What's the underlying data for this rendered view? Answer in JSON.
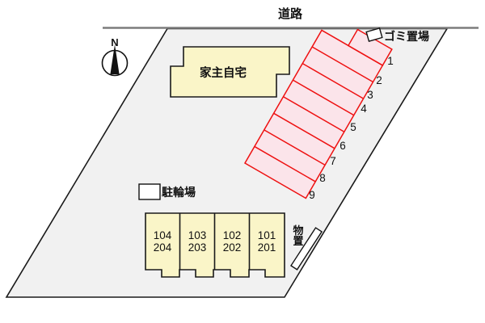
{
  "labels": {
    "road": "道路",
    "north": "N",
    "landlord_house": "家主自宅",
    "garbage_place": "ゴミ置場",
    "bicycle_parking": "駐輪場",
    "storage_char1": "物",
    "storage_char2": "置"
  },
  "parking": {
    "stalls": [
      "1",
      "2",
      "3",
      "4",
      "5",
      "6",
      "7",
      "8",
      "9"
    ]
  },
  "building": {
    "units": [
      {
        "line1": "104",
        "line2": "204"
      },
      {
        "line1": "103",
        "line2": "203"
      },
      {
        "line1": "102",
        "line2": "202"
      },
      {
        "line1": "101",
        "line2": "201"
      }
    ]
  },
  "colors": {
    "site_fill": "#f1f1f1",
    "house_fill": "#faf5c8",
    "parking_fill": "#fbe4ea",
    "parking_line": "#ee1111",
    "road_line": "#7d7d7d",
    "outline": "#1a1a1a",
    "marker_fill": "#ffffff"
  }
}
